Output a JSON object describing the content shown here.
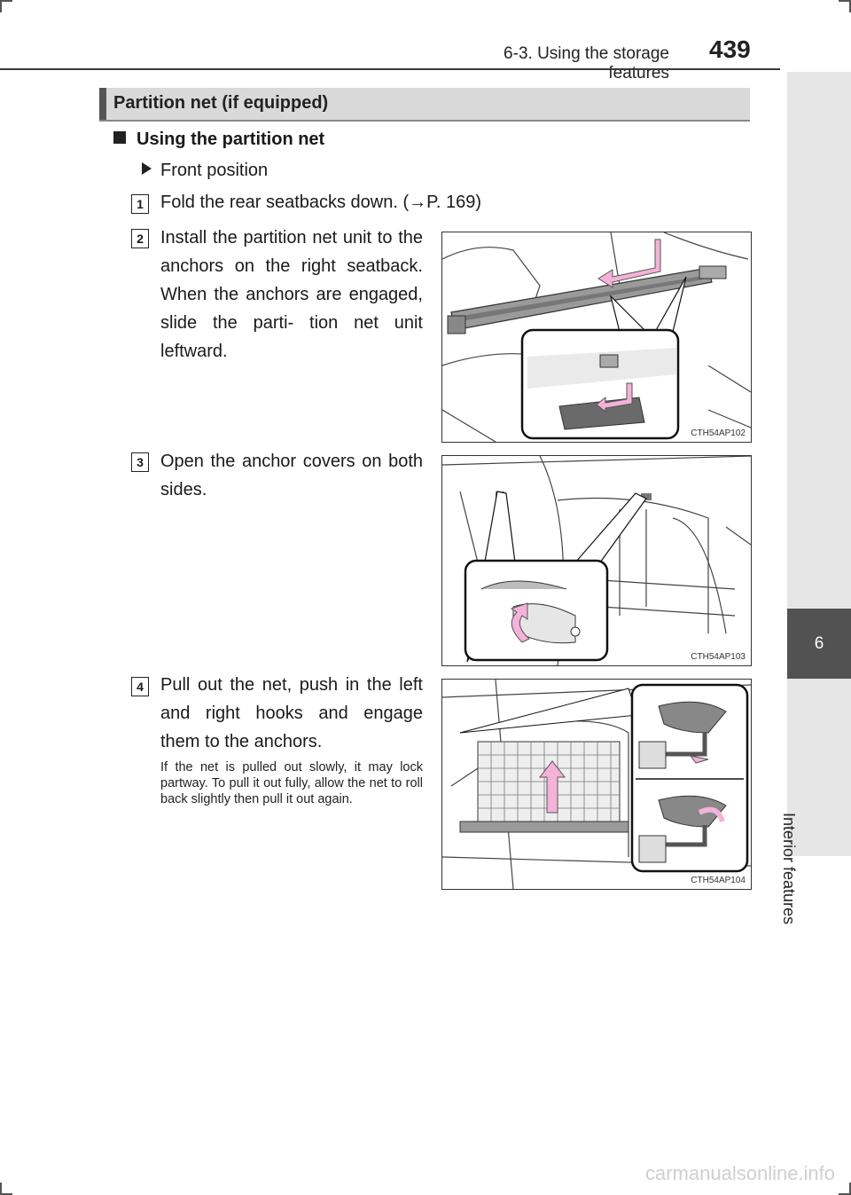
{
  "header": {
    "title": "6-3. Using the storage features",
    "page_number": "439"
  },
  "side_tab": {
    "chapter": "6",
    "label": "Interior features"
  },
  "section": {
    "title": "Partition net (if equipped)"
  },
  "subsection": {
    "title": "Using the partition net"
  },
  "position": {
    "label": "Front position"
  },
  "steps": [
    {
      "number": "1",
      "text": "Fold the rear seatbacks down. (→P. 169)"
    },
    {
      "number": "2",
      "text": "Install the partition net unit to the anchors on the right seatback. When the anchors are engaged, slide the parti- tion net unit leftward."
    },
    {
      "number": "3",
      "text": "Open the anchor covers on both sides."
    },
    {
      "number": "4",
      "text": "Pull out the net, push in the left and right hooks and engage them to the anchors."
    }
  ],
  "note": "If the net is pulled out slowly, it may lock partway. To pull it out fully, allow the net to roll back slightly then pull it out again.",
  "figures": [
    {
      "id": "CTH54AP102"
    },
    {
      "id": "CTH54AP103"
    },
    {
      "id": "CTH54AP104"
    }
  ],
  "footer": {
    "watermark": "carmanualsonline.info"
  },
  "colors": {
    "accent_arrow": "#f4b2d8",
    "section_bar": "#d9d9d9",
    "tab_dark": "#525252"
  }
}
